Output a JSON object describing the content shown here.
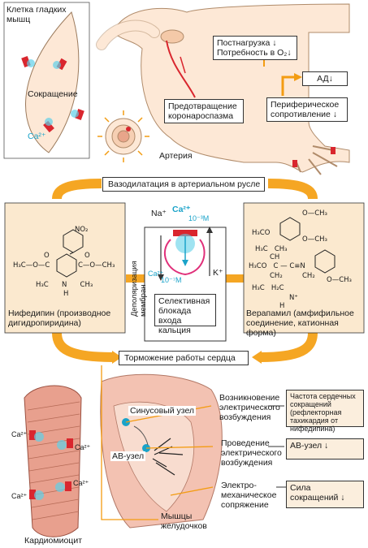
{
  "smooth_muscle": {
    "title": "Клетка гладких мышц",
    "contraction": "Сокращение",
    "ca": "Ca²⁺"
  },
  "heart_top": {
    "afterload": "Постнагрузка ↓",
    "o2_demand": "Потребность в O₂↓",
    "bp": "АД↓",
    "coronary": "Предотвращение коронароспазма",
    "peripheral": "Периферическое сопротивление ↓",
    "artery": "Артерия"
  },
  "vasodilation": "Вазодилатация в артериальном русле",
  "center": {
    "na": "Na⁺",
    "ca_high": "Ca²⁺",
    "ca_high_conc": "10⁻³М",
    "ca_low": "Ca²⁺",
    "ca_low_conc": "10⁻⁷М",
    "k": "K⁺",
    "depolarization": "Деполяризация мембран",
    "selective_block": "Селективная блокада входа кальция"
  },
  "nifedipine": {
    "label": "Нифедипин (производное дигидропиридина)",
    "struct_top": "NO₂",
    "struct_left": "H₃C—O—C",
    "struct_right": "C—O—CH₃",
    "struct_o": "O",
    "struct_bottom": "H₃C      N      CH₃",
    "struct_h": "H"
  },
  "verapamil": {
    "label": "Верапамил (амфифильное соединение, катионная форма)",
    "struct_lines": [
      "O—CH₃",
      "H₃CO",
      "O—CH₃",
      "H₃C   CH₃",
      "CH",
      "H₃CO   C — C≡N",
      "CH₂",
      "CH₂",
      "H₃C   H₂C",
      "N⁺",
      "H",
      "O—CH₃"
    ]
  },
  "heart_inhibition": "Торможение работы сердца",
  "cardiomyocyte": {
    "label": "Кардиомиоцит",
    "ca": "Ca²⁺"
  },
  "heart_bottom": {
    "sinus_node": "Синусовый узел",
    "av_node": "АВ-узел",
    "ventricles": "Мышцы желудочков"
  },
  "effects": [
    {
      "process": "Возникновение электрического возбуждения",
      "result": "Частота сердечных сокращений (рефлекторная тахикардия от нифедипина)"
    },
    {
      "process": "Проведение электрического возбуждения",
      "result": "АВ-узел ↓"
    },
    {
      "process": "Электро-механическое сопряжение",
      "result": "Сила сокращений ↓"
    }
  ]
}
